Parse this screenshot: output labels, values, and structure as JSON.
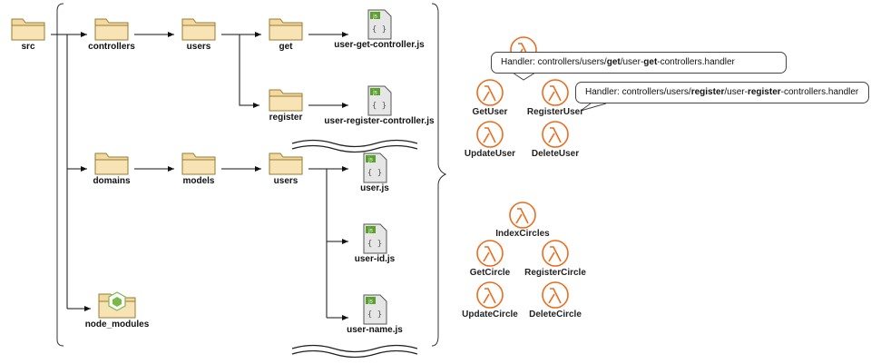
{
  "colors": {
    "folder": "#f2d9a0",
    "folder_edge": "#9a7b33",
    "file": "#e6e6e6",
    "js_badge": "#5aa02c",
    "lambda": "#e86d1f",
    "line": "#111111"
  },
  "tree": {
    "src": "src",
    "controllers": "controllers",
    "users": "users",
    "get": "get",
    "register": "register",
    "user_get_controller": "user-get-controller.js",
    "user_register_controller": "user-register-controller.js",
    "domains": "domains",
    "models": "models",
    "model_users": "users",
    "user_js": "user.js",
    "user_id_js": "user-id.js",
    "user_name_js": "user-name.js",
    "node_modules": "node_modules",
    "js_badge_text": "js",
    "file_glyph": "{ }"
  },
  "lambdas": {
    "hidden_top": "",
    "GetUser": "GetUser",
    "RegisterUser": "RegisterUser",
    "UpdateUser": "UpdateUser",
    "DeleteUser": "DeleteUser",
    "IndexCircles": "IndexCircles",
    "GetCircle": "GetCircle",
    "RegisterCircle": "RegisterCircle",
    "UpdateCircle": "UpdateCircle",
    "DeleteCircle": "DeleteCircle"
  },
  "callouts": {
    "get": {
      "prefix": "Handler: controllers/users/",
      "b1": "get",
      "mid": "/user-",
      "b2": "get",
      "suffix": "-controllers.handler"
    },
    "register": {
      "prefix": "Handler: controllers/users/",
      "b1": "register",
      "mid": "/user-",
      "b2": "register",
      "suffix": "-controllers.handler"
    }
  }
}
